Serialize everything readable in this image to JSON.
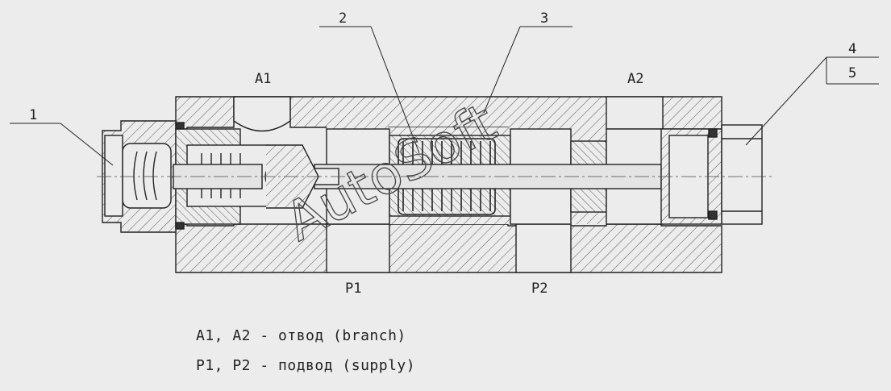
{
  "callouts": {
    "c1": "1",
    "c2": "2",
    "c3": "3",
    "c4": "4",
    "c5": "5"
  },
  "ports": {
    "a1": "A1",
    "a2": "A2",
    "p1": "P1",
    "p2": "P2"
  },
  "legend": {
    "line1": "A1, A2 - отвод (branch)",
    "line2": "P1, P2 - подвод (supply)"
  },
  "watermark": "AutoSoft",
  "colors": {
    "background": "#ececec",
    "line": "#222222",
    "hatch": "#555555",
    "fill_light": "#e4e4e4"
  }
}
